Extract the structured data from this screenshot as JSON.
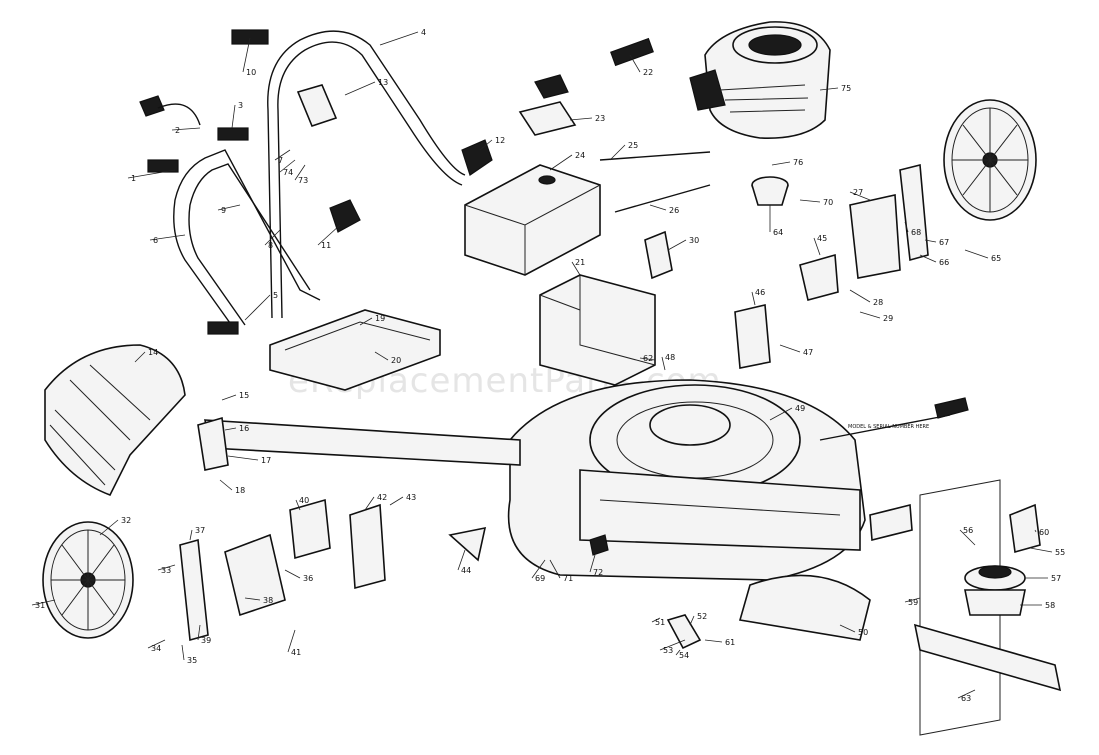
{
  "watermark": "eReplacementParts.com",
  "label_note": "MODEL & SERIAL NUMBER HERE",
  "callouts": [
    "1",
    "2",
    "3",
    "4",
    "5",
    "6",
    "7",
    "8",
    "9",
    "10",
    "11",
    "12",
    "13",
    "14",
    "15",
    "16",
    "17",
    "18",
    "19",
    "20",
    "21",
    "22",
    "23",
    "24",
    "25",
    "26",
    "27",
    "28",
    "29",
    "30",
    "31",
    "32",
    "33",
    "34",
    "35",
    "36",
    "37",
    "38",
    "39",
    "40",
    "41",
    "42",
    "43",
    "44",
    "45",
    "46",
    "47",
    "48",
    "49",
    "50",
    "51",
    "52",
    "53",
    "54",
    "55",
    "56",
    "57",
    "58",
    "59",
    "60",
    "61",
    "62",
    "63",
    "64",
    "65",
    "66",
    "67",
    "68",
    "69",
    "70",
    "71",
    "72",
    "73",
    "74",
    "75",
    "76"
  ]
}
